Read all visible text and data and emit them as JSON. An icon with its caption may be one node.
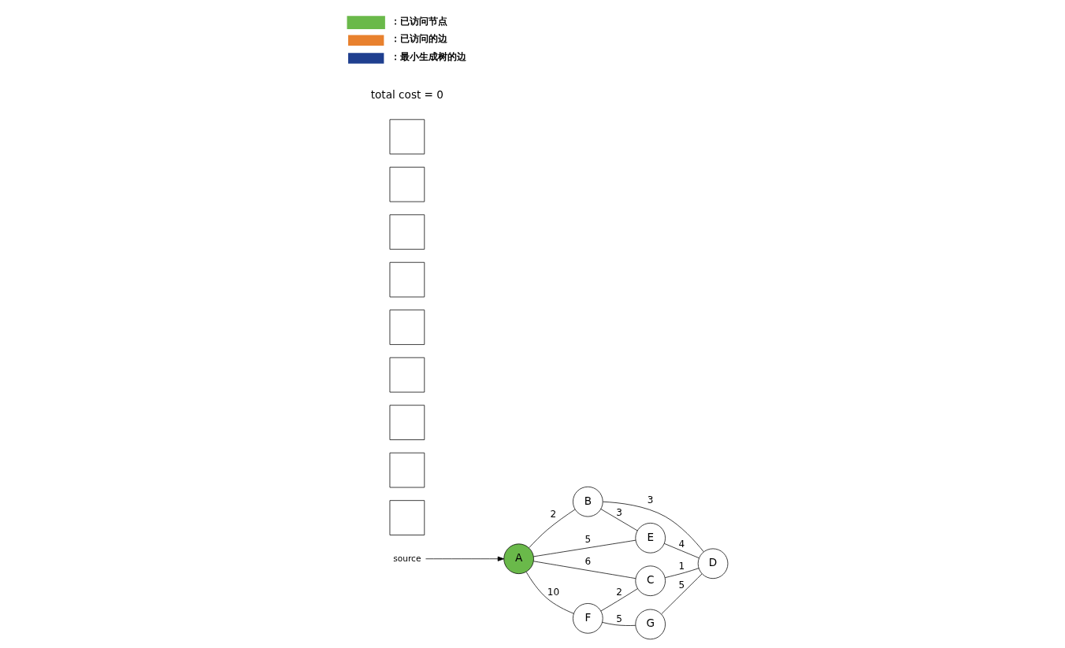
{
  "diagram": {
    "nodes": [
      {
        "text": [
          "B"
        ]
      },
      {
        "text": [
          "source"
        ]
      },
      {
        "text": [
          "E"
        ]
      },
      {
        "text": [
          "A"
        ]
      },
      {
        "text": [
          "C"
        ]
      },
      {
        "text": [
          "D"
        ]
      },
      {
        "text": [
          "F"
        ]
      },
      {
        "text": [
          "G"
        ]
      },
      {
        "text": [],
        "shape": "box"
      },
      {
        "text": [],
        "shape": "box"
      },
      {
        "text": [],
        "shape": "box"
      },
      {
        "text": [],
        "shape": "box"
      },
      {
        "text": [],
        "shape": "box"
      },
      {
        "text": [],
        "shape": "box"
      },
      {
        "text": [],
        "shape": "box"
      },
      {
        "text": [],
        "shape": "box"
      },
      {
        "text": [],
        "shape": "box"
      }
    ],
    "edges": [
      {
        "from": 1,
        "to": 3,
        "arrow": "to"
      },
      {
        "from": 3,
        "to": 0,
        "arrow": "none",
        "label": "2"
      },
      {
        "from": 0,
        "to": 2,
        "arrow": "none",
        "label": "3"
      },
      {
        "from": 3,
        "to": 2,
        "arrow": "none",
        "label": "5"
      },
      {
        "from": 0,
        "to": 5,
        "arrow": "none",
        "label": "3"
      },
      {
        "from": 2,
        "to": 5,
        "arrow": "none",
        "label": "4"
      },
      {
        "from": 3,
        "to": 4,
        "arrow": "none",
        "label": "6"
      },
      {
        "from": 4,
        "to": 5,
        "arrow": "none",
        "label": "1"
      },
      {
        "from": 3,
        "to": 6,
        "arrow": "none",
        "label": "10"
      },
      {
        "from": 6,
        "to": 4,
        "arrow": "none",
        "label": "2"
      },
      {
        "from": 6,
        "to": 7,
        "arrow": "none",
        "label": "5"
      },
      {
        "from": 7,
        "to": 5,
        "arrow": "none",
        "label": "5"
      }
    ],
    "labels": [
      "total cost = 0"
    ],
    "legend": [
      {
        "text": "：已访问节点",
        "color": "#6ab94a"
      },
      {
        "text": "：已访问的边",
        "color": "#e8812e"
      },
      {
        "text": "：最小生成树的边",
        "color": "#1f3f8f"
      }
    ]
  }
}
